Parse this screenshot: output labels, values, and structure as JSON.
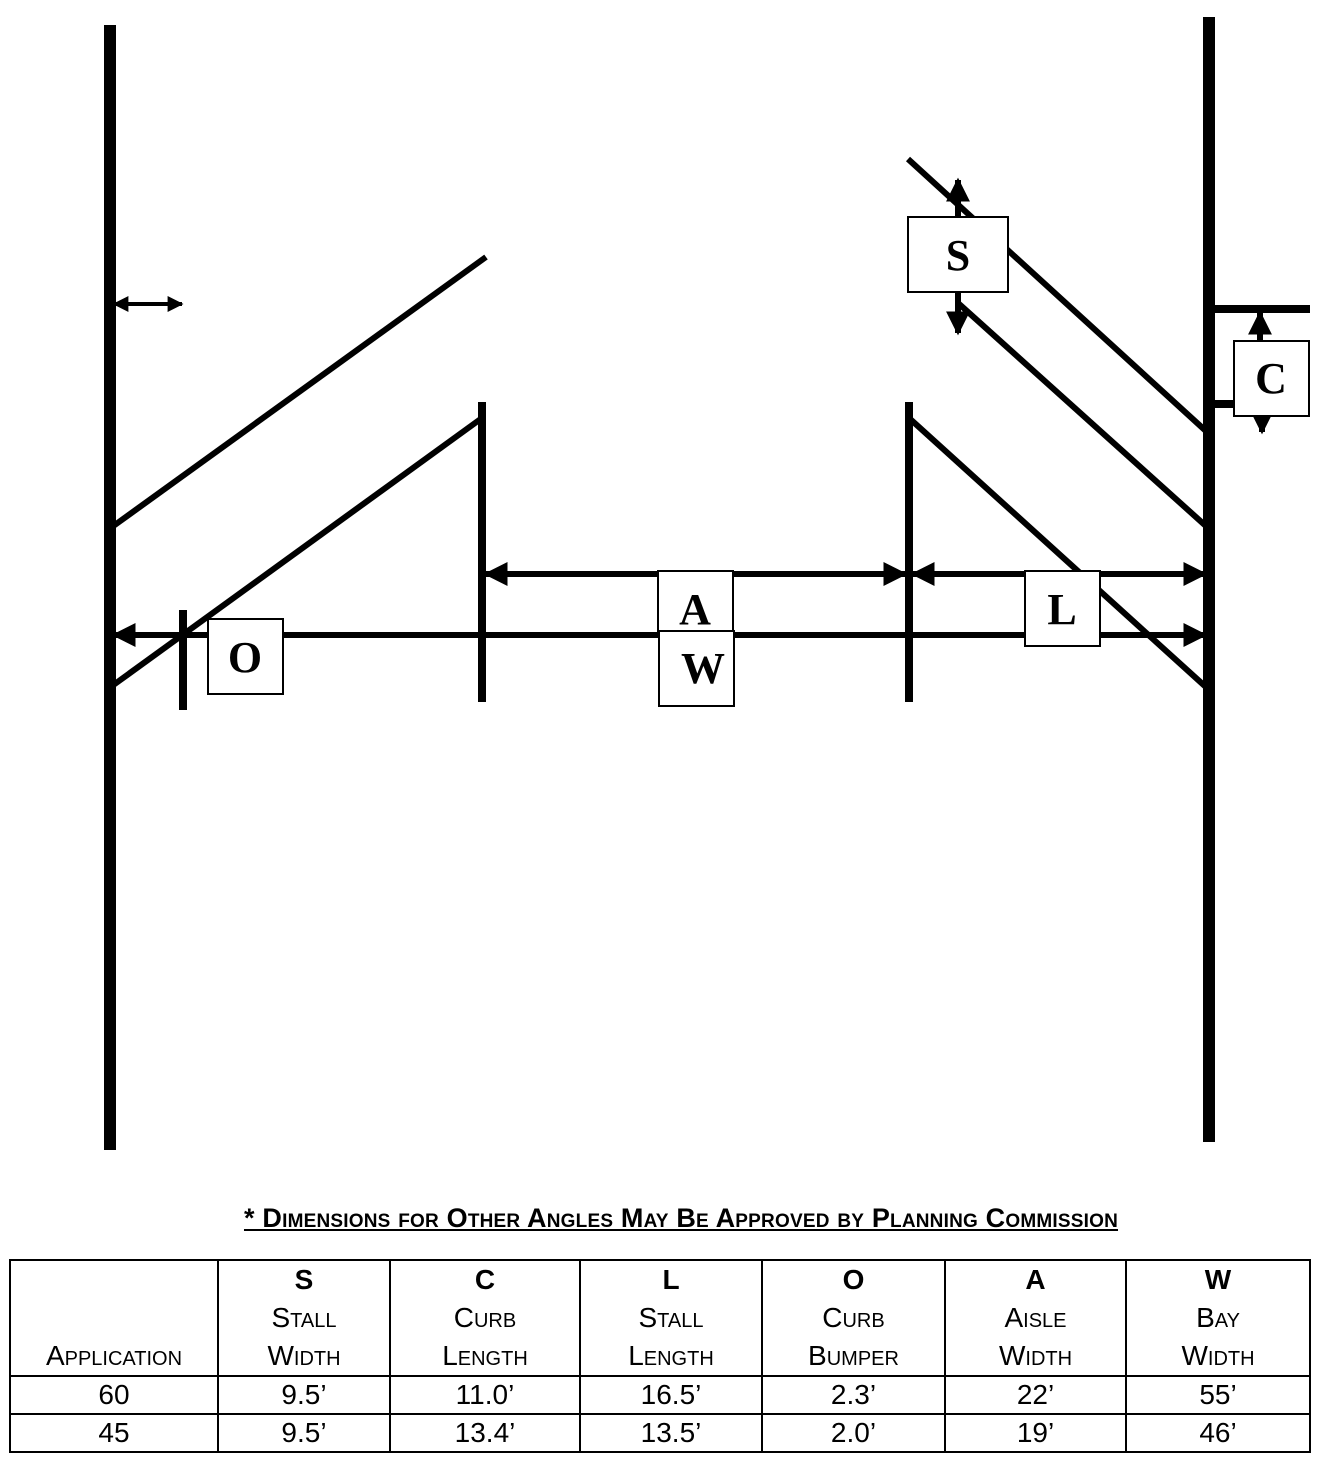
{
  "diagram": {
    "labels": {
      "S": "S",
      "C": "C",
      "A": "A",
      "W": "W",
      "L": "L",
      "O": "O"
    }
  },
  "footnote": "* Dimensions for Other Angles May Be Approved by Planning Commission",
  "table": {
    "first_header": "Application",
    "columns": [
      {
        "code": "S",
        "line1": "Stall",
        "line2": "Width"
      },
      {
        "code": "C",
        "line1": "Curb",
        "line2": "Length"
      },
      {
        "code": "L",
        "line1": "Stall",
        "line2": "Length"
      },
      {
        "code": "O",
        "line1": "Curb",
        "line2": "Bumper"
      },
      {
        "code": "A",
        "line1": "Aisle",
        "line2": "Width"
      },
      {
        "code": "W",
        "line1": "Bay",
        "line2": "Width"
      }
    ],
    "rows": [
      {
        "application": "60",
        "values": [
          "9.5’",
          "11.0’",
          "16.5’",
          "2.3’",
          "22’",
          "55’"
        ]
      },
      {
        "application": "45",
        "values": [
          "9.5’",
          "13.4’",
          "13.5’",
          "2.0’",
          "19’",
          "46’"
        ]
      }
    ]
  }
}
